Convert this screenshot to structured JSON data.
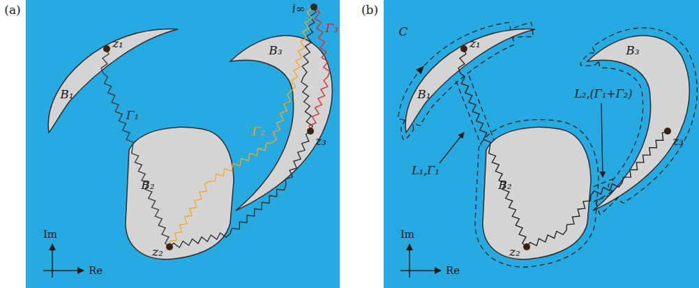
{
  "diagram": {
    "labels": [
      "(a)",
      "i∞",
      "Γ₃",
      "z₁",
      "B₁",
      "Γ₁",
      "Γ₂",
      "B₂",
      "z₂",
      "B₃",
      "z₃",
      "Im",
      "Re",
      "(b)",
      "C",
      "z₁",
      "B₁",
      "L₁,Γ₁",
      "B₂",
      "z₂",
      "L₂,(Γ₁+Γ₂)",
      "B₃",
      "z₃",
      "Im",
      "Re"
    ]
  }
}
